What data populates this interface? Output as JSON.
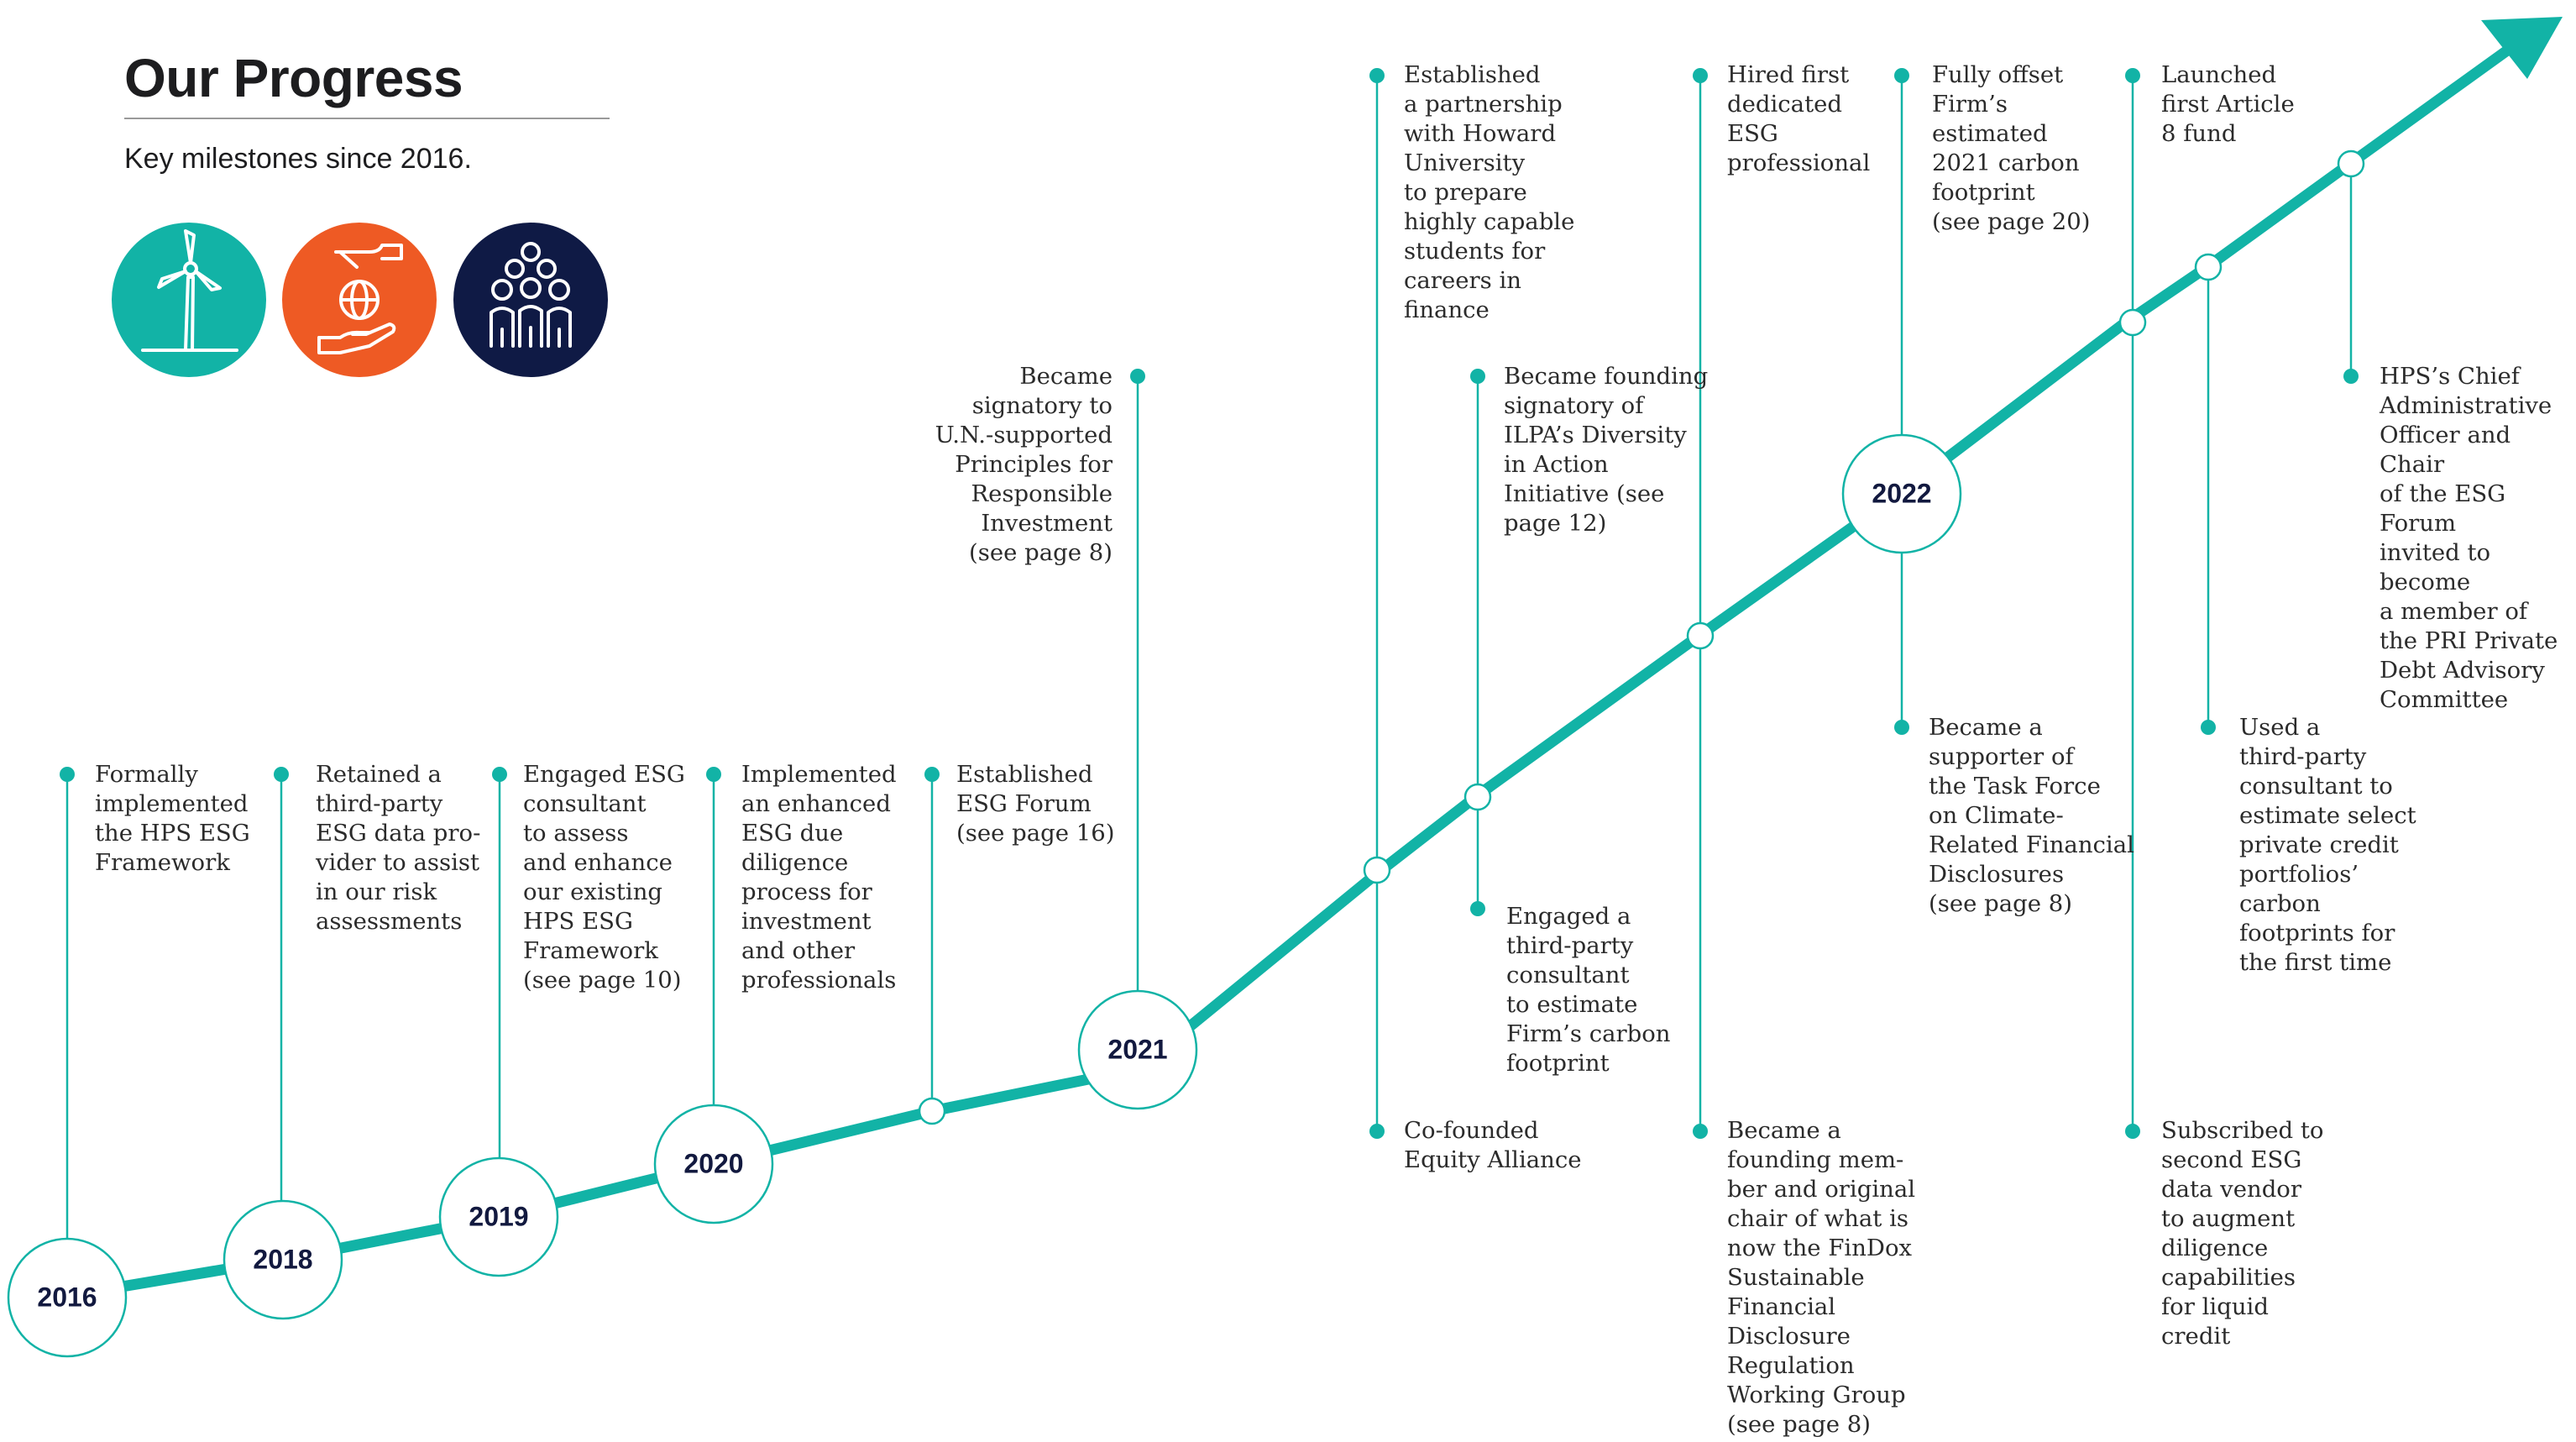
{
  "header": {
    "title": "Our Progress",
    "subtitle": "Key milestones since 2016."
  },
  "colors": {
    "teal": "#12b3a6",
    "orange": "#ee5a24",
    "navy": "#0f1a45",
    "text": "#2b2b2b"
  },
  "icons": [
    {
      "name": "wind-turbine-icon",
      "bg": "#12b3a6"
    },
    {
      "name": "hand-globe-icon",
      "bg": "#ee5a24"
    },
    {
      "name": "people-group-icon",
      "bg": "#0f1a45"
    }
  ],
  "years": [
    "2016",
    "2018",
    "2019",
    "2020",
    "2021",
    "2022"
  ],
  "milestones": [
    {
      "id": "m1",
      "text": "Formally\nimplemented\nthe HPS ESG\nFramework"
    },
    {
      "id": "m2",
      "text": "Retained a\nthird-party\nESG data pro-\nvider to assist\nin our risk\nassessments"
    },
    {
      "id": "m3",
      "text": "Engaged ESG\nconsultant\nto assess\nand enhance\nour existing\nHPS ESG\nFramework\n(see page 10)"
    },
    {
      "id": "m4",
      "text": "Implemented\nan enhanced\nESG due\ndiligence\nprocess for\ninvestment\nand other\nprofessionals"
    },
    {
      "id": "m5",
      "text": "Established\nESG Forum\n(see page 16)"
    },
    {
      "id": "m6",
      "text": "Became\nsignatory to\nU.N.-supported\nPrinciples for\nResponsible\nInvestment\n(see page 8)"
    },
    {
      "id": "m7",
      "text": "Established\na partnership\nwith Howard\nUniversity\nto prepare\nhighly capable\nstudents for\ncareers in\nfinance"
    },
    {
      "id": "m8",
      "text": "Co-founded\nEquity Alliance"
    },
    {
      "id": "m9",
      "text": "Became founding\nsignatory of\nILPA’s Diversity\nin Action\nInitiative (see\npage 12)"
    },
    {
      "id": "m10",
      "text": "Engaged a\nthird-party\nconsultant\nto estimate\nFirm’s carbon\nfootprint"
    },
    {
      "id": "m11",
      "text": "Hired first\ndedicated\nESG\nprofessional"
    },
    {
      "id": "m12",
      "text": "Became a\nfounding mem-\nber and original\nchair of what is\nnow the FinDox\nSustainable\nFinancial\nDisclosure\nRegulation\nWorking Group\n(see page 8)"
    },
    {
      "id": "m13",
      "text": "Fully offset\nFirm’s\nestimated\n2021 carbon\nfootprint\n(see page 20)"
    },
    {
      "id": "m14",
      "text": "Became a\nsupporter of\nthe Task Force\non Climate-\nRelated Financial\nDisclosures\n(see page 8)"
    },
    {
      "id": "m15",
      "text": "Launched\nfirst Article\n8 fund"
    },
    {
      "id": "m16",
      "text": "Subscribed to\nsecond ESG\ndata vendor\nto augment\ndiligence\ncapabilities\nfor liquid\ncredit"
    },
    {
      "id": "m17",
      "text": "Used a\nthird-party\nconsultant to\nestimate select\nprivate credit\nportfolios’\ncarbon\nfootprints for\nthe first time"
    },
    {
      "id": "m18",
      "text": "HPS’s Chief\nAdministrative\nOfficer and Chair\nof the ESG Forum\ninvited to become\na member of\nthe PRI Private\nDebt Advisory\nCommittee"
    }
  ]
}
